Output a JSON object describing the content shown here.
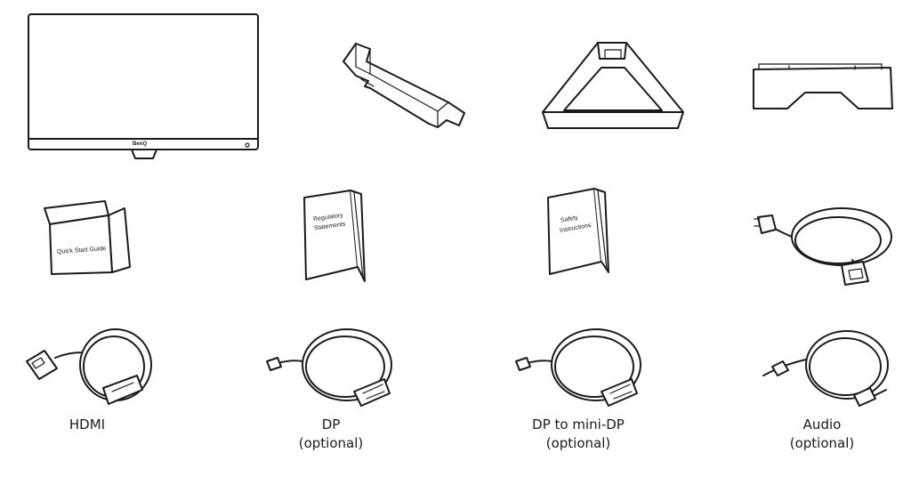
{
  "monitor": {
    "logo": "BenQ"
  },
  "books": {
    "quick_start": "Quick Start Guide",
    "regulatory_line1": "Regulatory",
    "regulatory_line2": "Statements",
    "safety_line1": "Safety",
    "safety_line2": "Instructions"
  },
  "captions": {
    "hdmi": "HDMI",
    "dp": "DP",
    "dp_optional": "(optional)",
    "dp_mini": "DP to mini-DP",
    "dp_mini_optional": "(optional)",
    "audio": "Audio",
    "audio_optional": "(optional)"
  }
}
